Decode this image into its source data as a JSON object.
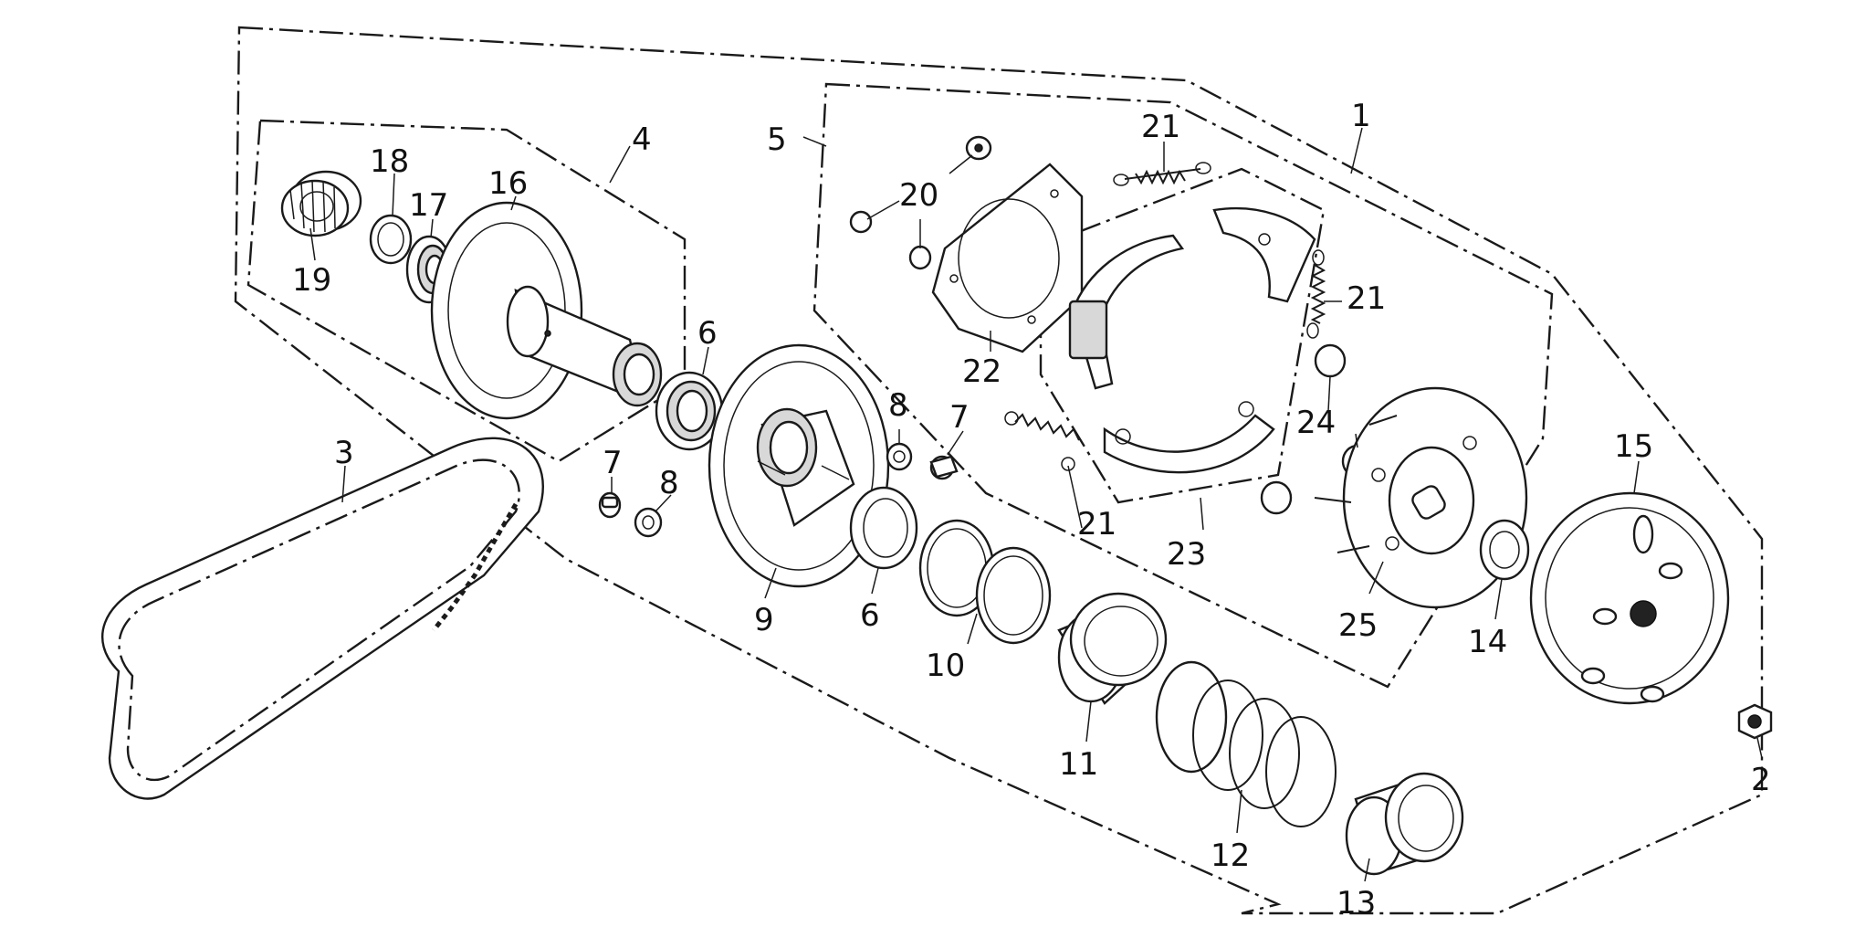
{
  "callouts": {
    "c1": "1",
    "c2": "2",
    "c3": "3",
    "c4": "4",
    "c5": "5",
    "c6a": "6",
    "c6b": "6",
    "c7a": "7",
    "c7b": "7",
    "c8a": "8",
    "c8b": "8",
    "c9": "9",
    "c10": "10",
    "c11": "11",
    "c12": "12",
    "c13": "13",
    "c14": "14",
    "c15": "15",
    "c16": "16",
    "c17": "17",
    "c18": "18",
    "c19": "19",
    "c20": "20",
    "c21a": "21",
    "c21b": "21",
    "c21c": "21",
    "c22": "22",
    "c23": "23",
    "c24": "24",
    "c25": "25"
  }
}
